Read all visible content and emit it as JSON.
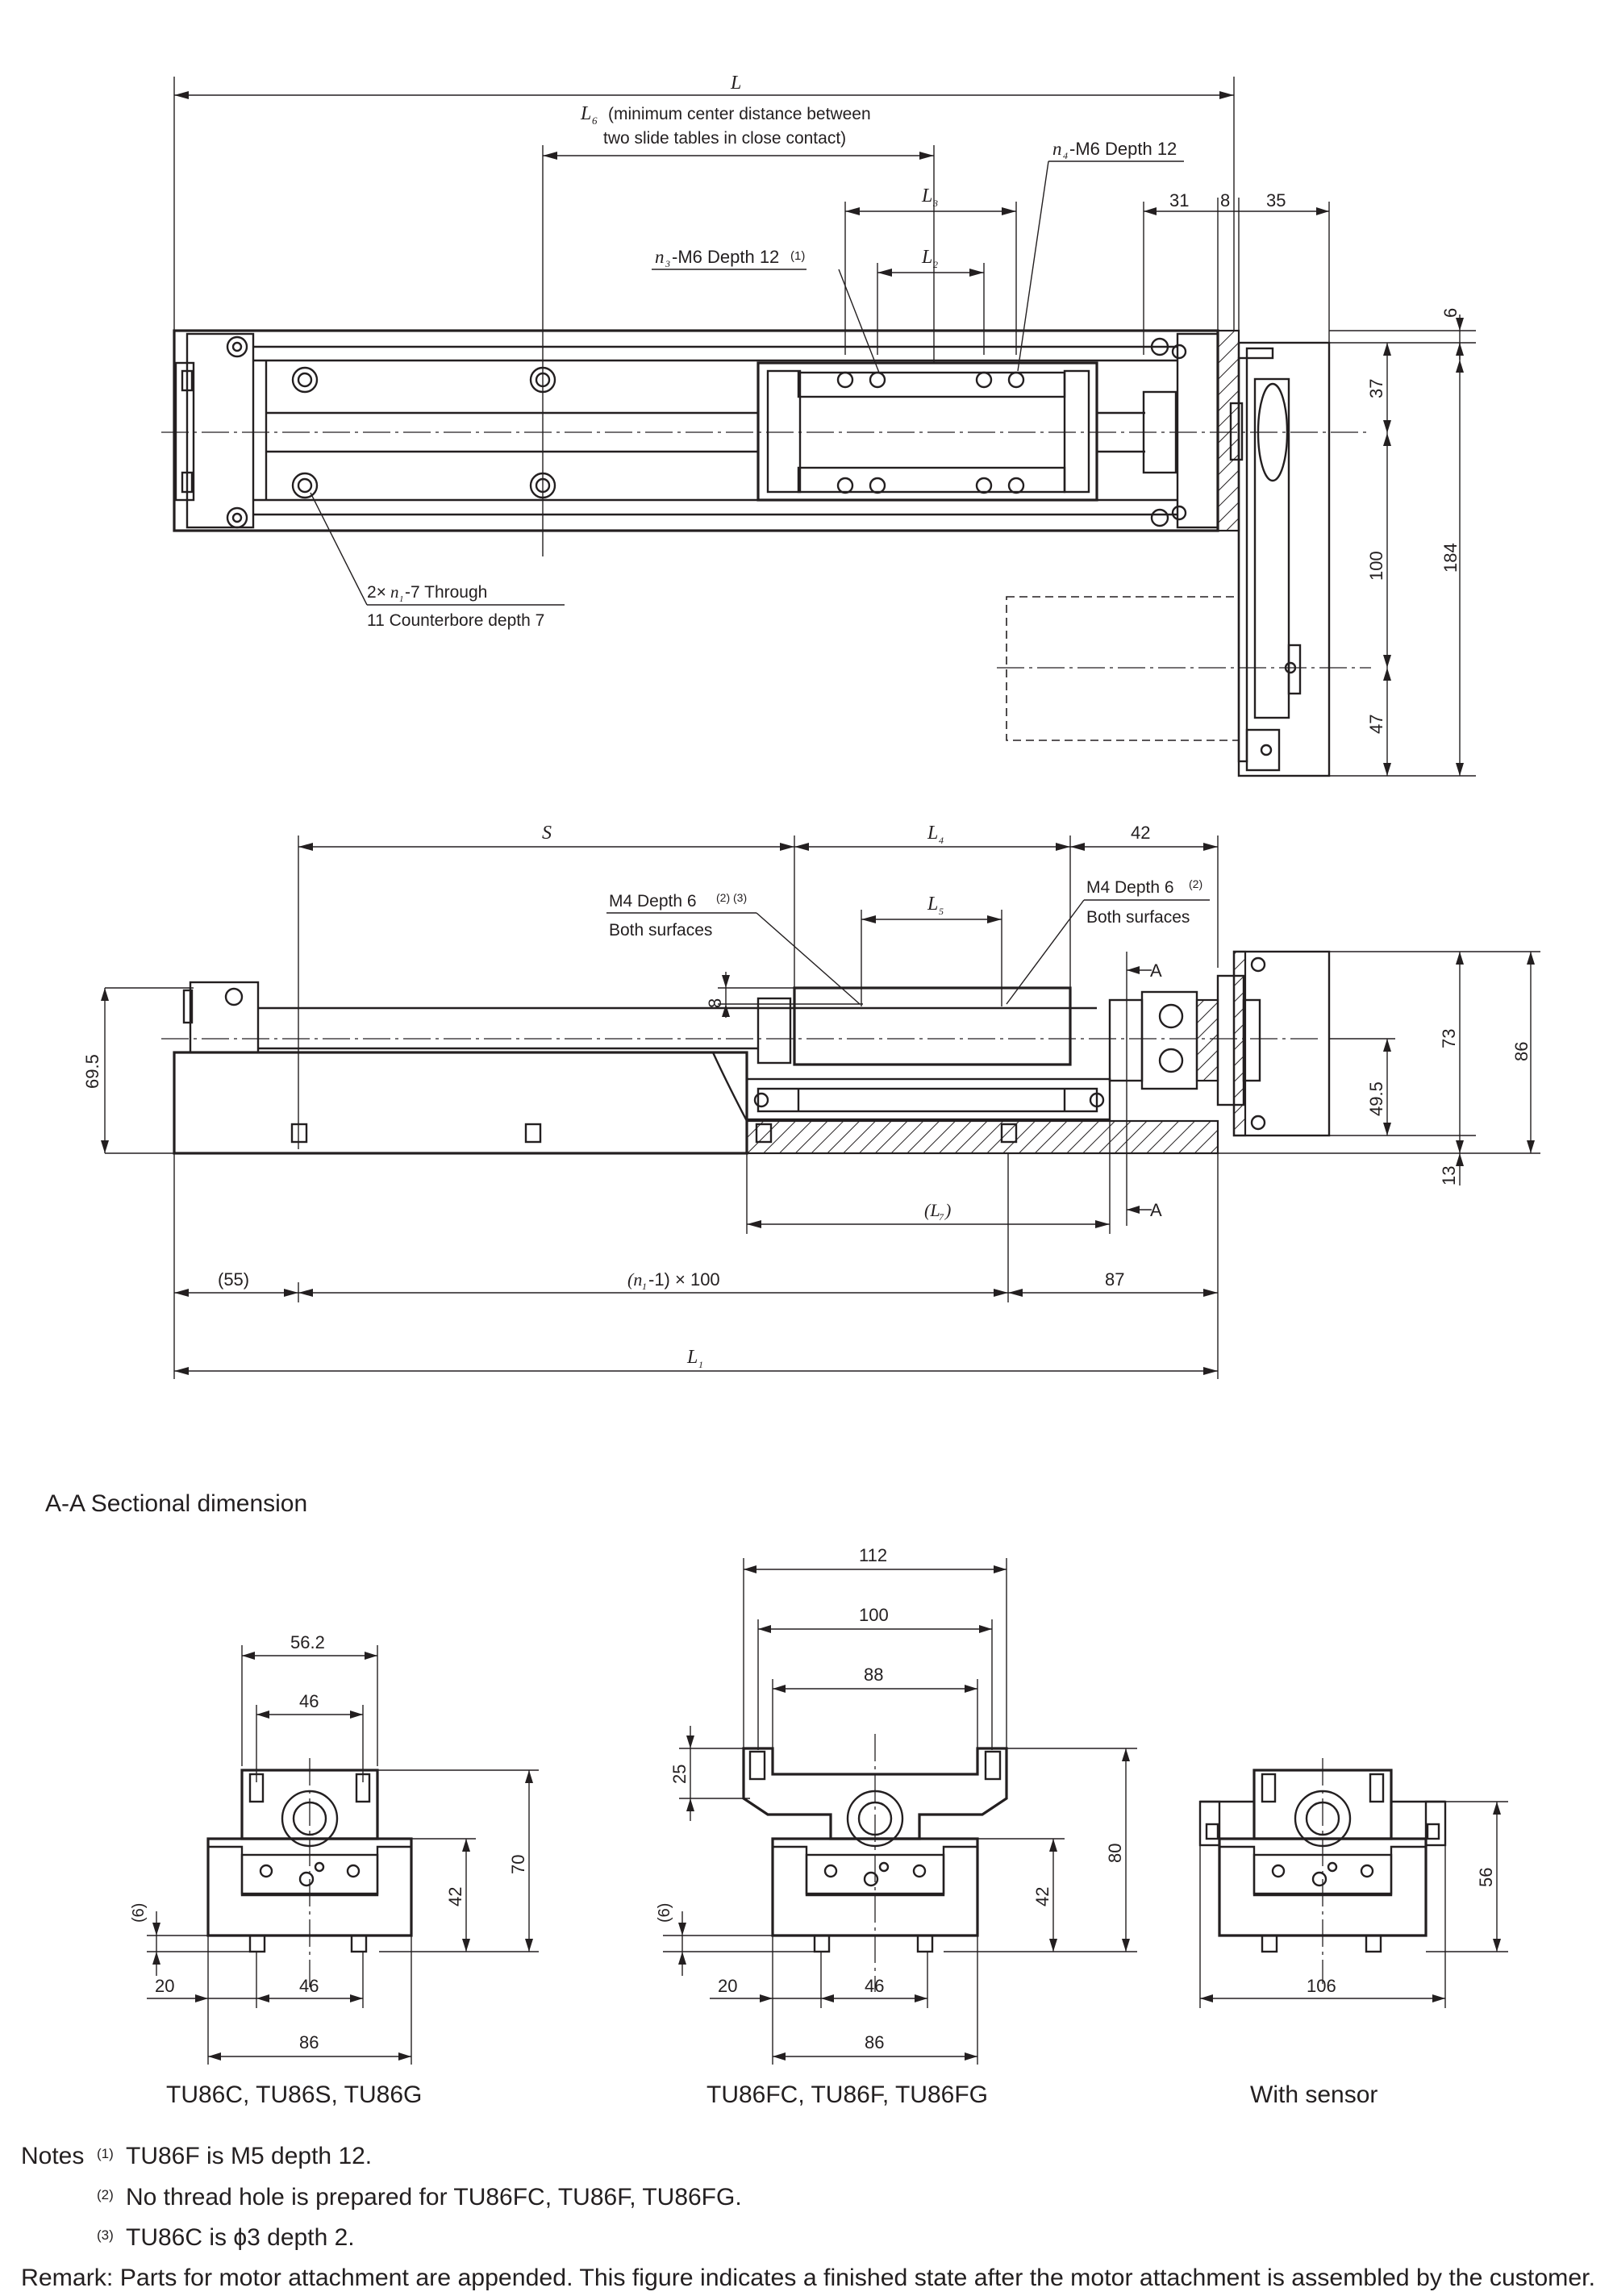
{
  "top_view": {
    "L": "L",
    "L6_label": "L",
    "L6_sub": "6",
    "L6_note_1": "(minimum center distance between",
    "L6_note_2": "two slide tables in close contact)",
    "n4_prefix": "n",
    "n4_sub": "4",
    "n4_text": "-M6 Depth 12",
    "L3": "L",
    "L3_sub": "3",
    "L2": "L",
    "L2_sub": "2",
    "n3_prefix": "n",
    "n3_sub": "3",
    "n3_text": "-M6 Depth 12",
    "n3_note": "(1)",
    "dim_31": "31",
    "dim_8": "8",
    "dim_35": "35",
    "dim_6": "6",
    "dim_37": "37",
    "dim_100": "100",
    "dim_184": "184",
    "dim_47": "47",
    "through_1a": "2×",
    "through_1b": "n",
    "through_1c": "1",
    "through_1d": "-7 Through",
    "through_2": "11 Counterbore depth 7"
  },
  "side_view": {
    "S": "S",
    "L4": "L",
    "L4_sub": "4",
    "dim_42": "42",
    "L5": "L",
    "L5_sub": "5",
    "m4_left_1": "M4 Depth 6",
    "m4_left_notes": "(2) (3)",
    "m4_left_2": "Both surfaces",
    "m4_right_1": "M4 Depth 6",
    "m4_right_note": "(2)",
    "m4_right_2": "Both surfaces",
    "dim_8": "8",
    "dim_69_5": "69.5",
    "section_A_top": "A",
    "section_A_bottom": "A",
    "dim_73": "73",
    "dim_86": "86",
    "dim_49_5": "49.5",
    "dim_13": "13",
    "L7": "(L",
    "L7_sub": "7",
    "L7_close": ")",
    "dim_55": "(55)",
    "n1_pitch_a": "(n",
    "n1_pitch_sub": "1",
    "n1_pitch_b": "-1) × 100",
    "dim_87": "87",
    "L1": "L",
    "L1_sub": "1"
  },
  "section": {
    "title": "A-A Sectional dimension",
    "view1": {
      "caption": "TU86C, TU86S, TU86G",
      "dim_56_2": "56.2",
      "dim_46_top": "46",
      "dim_70": "70",
      "dim_42": "42",
      "dim_6": "(6)",
      "dim_20": "20",
      "dim_46_bottom": "46",
      "dim_86": "86"
    },
    "view2": {
      "caption": "TU86FC, TU86F, TU86FG",
      "dim_112": "112",
      "dim_100": "100",
      "dim_88": "88",
      "dim_25": "25",
      "dim_80": "80",
      "dim_42": "42",
      "dim_6": "(6)",
      "dim_20": "20",
      "dim_46": "46",
      "dim_86": "86"
    },
    "view3": {
      "caption": "With sensor",
      "dim_56": "56",
      "dim_106": "106"
    }
  },
  "notes": {
    "label": "Notes",
    "n1_mark": "(1)",
    "n1": "TU86F is M5 depth 12.",
    "n2_mark": "(2)",
    "n2": "No thread hole is prepared for TU86FC, TU86F, TU86FG.",
    "n3_mark": "(3)",
    "n3": "TU86C is ϕ3 depth 2.",
    "remark": "Remark: Parts for motor attachment are appended. This figure indicates a finished state after the motor attachment is assembled by the customer."
  }
}
